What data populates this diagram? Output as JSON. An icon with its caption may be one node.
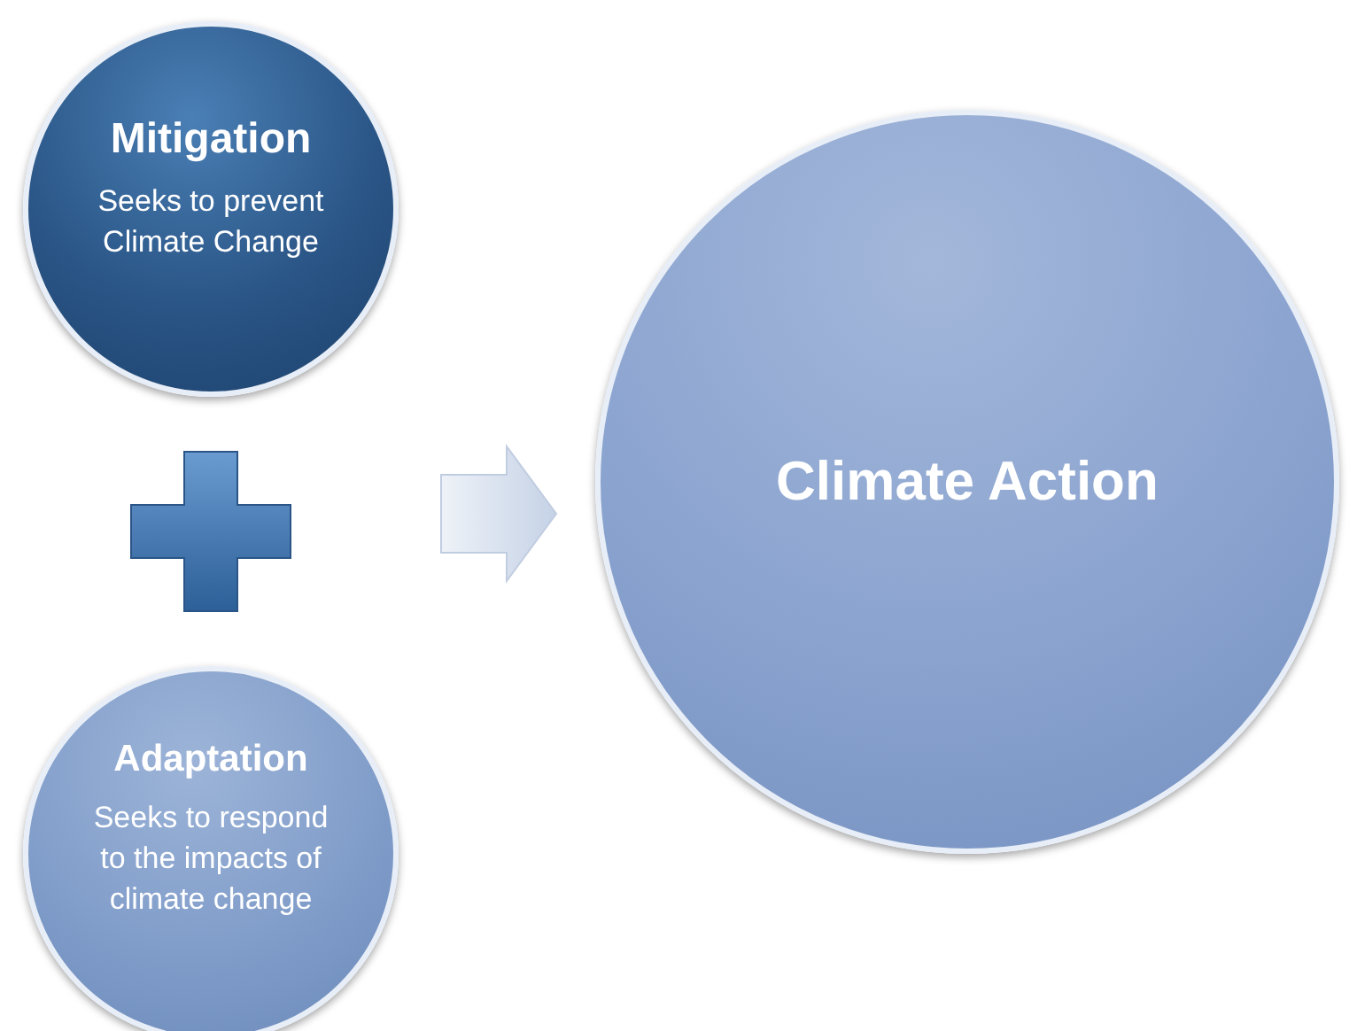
{
  "diagram": {
    "nodes": [
      {
        "text": [
          "Mitigation",
          "Seeks to prevent Climate Change"
        ]
      },
      {
        "text": [
          "Adaptation",
          "Seeks to respond to the impacts of climate change"
        ]
      },
      {
        "text": [
          "Climate Action"
        ]
      }
    ],
    "edges": [
      {
        "from": null,
        "to": 2,
        "arrow": "to"
      }
    ]
  }
}
